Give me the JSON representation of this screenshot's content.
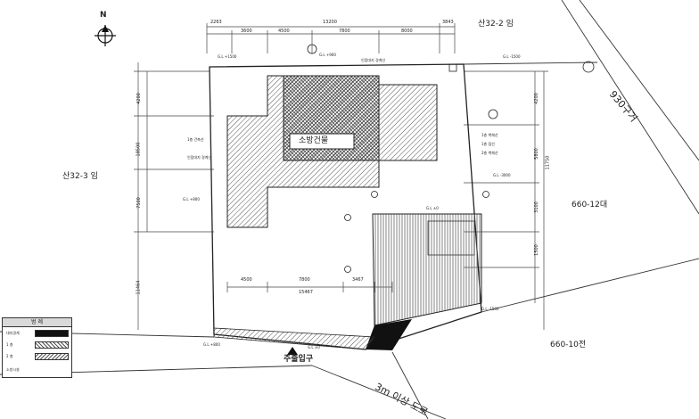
{
  "drawing": {
    "lot_labels": {
      "top_right": "산32-2 임",
      "left": "산32-3 임",
      "east_upper": "660-12대",
      "east_lower": "660-10전"
    },
    "road_labels": {
      "main_road": "3m 이상 도로",
      "upper_road": "930구거"
    },
    "entrance_label": "주출입구",
    "building_label": "소방건물",
    "dimensions_top": {
      "overall": "13200",
      "segments": [
        "3600",
        "4500",
        "7800",
        "8000"
      ],
      "left_offset": "2263",
      "right_offset": "3843"
    },
    "dimensions_bottom": {
      "overall": "15467",
      "segments": [
        "4500",
        "7800",
        "3467"
      ]
    },
    "dimensions_left": [
      "4200",
      "18500",
      "7500",
      "11464"
    ],
    "dimensions_right": [
      "4200",
      "5800",
      "3100",
      "1500",
      "11750"
    ],
    "elevation_labels": [
      "G.L +1500",
      "G.L +900",
      "G.L +800",
      "G.L ±0",
      "G.L -1500",
      "G.L -3000",
      "G.L +800",
      "G.L -1500",
      "G.L ±0"
    ],
    "annotations": [
      "인접대지 경계선",
      "인접대지 경계선",
      "1층 건축선",
      "1층 벽체선",
      "1층 점선",
      "2층 벽체선"
    ],
    "north_symbol": "N"
  },
  "legend": {
    "title": "범 례",
    "rows": [
      "대지경계",
      "1 층",
      "2 층"
    ],
    "note": "소방시설"
  }
}
